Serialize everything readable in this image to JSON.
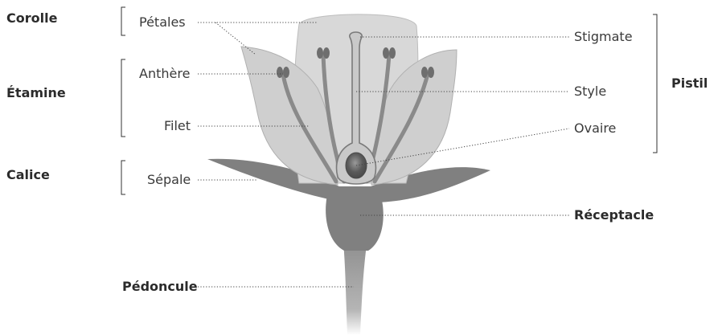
{
  "groups": {
    "corolle": "Corolle",
    "etamine": "Étamine",
    "calice": "Calice",
    "pistil": "Pistil"
  },
  "parts": {
    "petales": "Pétales",
    "anthere": "Anthère",
    "filet": "Filet",
    "sepale": "Sépale",
    "stigmate": "Stigmate",
    "style": "Style",
    "ovaire": "Ovaire",
    "receptacle": "Réceptacle",
    "pedoncule": "Pédoncule"
  },
  "colors": {
    "petal_back": "#d8d8d8",
    "petal_front": "#cfcfcf",
    "sepal": "#808080",
    "filament": "#8a8a8a",
    "anther": "#6e6e6e",
    "pistil": "#c9c9c9",
    "ovary_core": "#666666"
  }
}
